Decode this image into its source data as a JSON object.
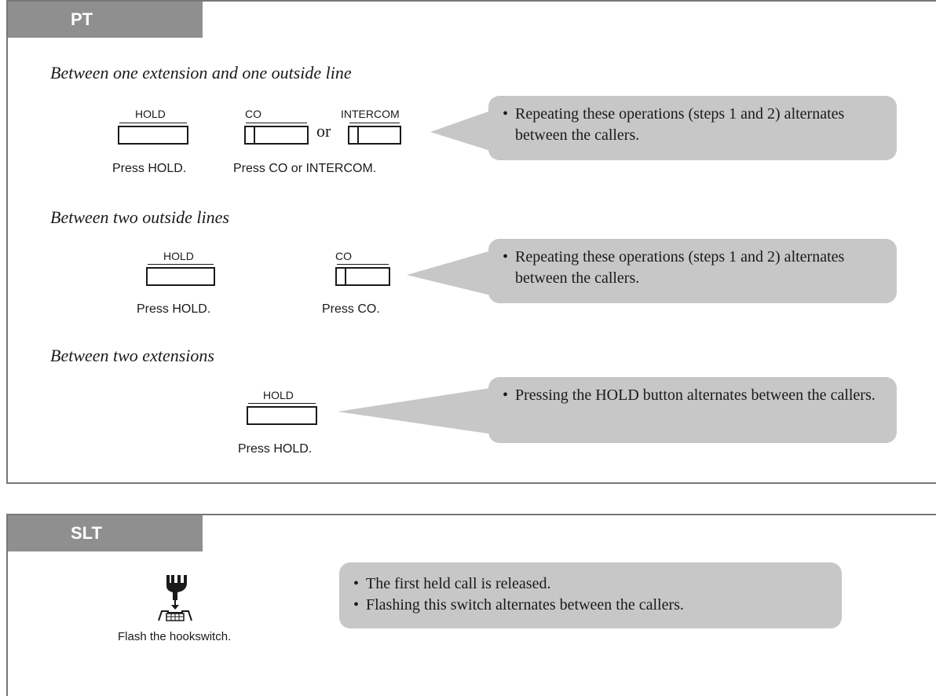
{
  "pt": {
    "tab_label": "PT",
    "sections": [
      {
        "heading": "Between one extension and one outside line",
        "hold_label": "HOLD",
        "co_label": "CO",
        "or_text": "or",
        "intercom_label": "INTERCOM",
        "caption_hold": "Press HOLD.",
        "caption_co": "Press CO or INTERCOM.",
        "note": "Repeating these operations (steps 1 and 2) alternates between the callers."
      },
      {
        "heading": "Between two outside lines",
        "hold_label": "HOLD",
        "co_label": "CO",
        "caption_hold": "Press HOLD.",
        "caption_co": "Press CO.",
        "note": "Repeating these operations (steps 1 and 2) alternates between the callers."
      },
      {
        "heading": "Between two extensions",
        "hold_label": "HOLD",
        "caption_hold": "Press HOLD.",
        "note": "Pressing the HOLD button alternates between the callers."
      }
    ]
  },
  "slt": {
    "tab_label": "SLT",
    "icon": "hookswitch-flash-icon",
    "caption": "Flash the hookswitch.",
    "notes": [
      "The first held call is released.",
      "Flashing this switch alternates between the callers."
    ]
  }
}
